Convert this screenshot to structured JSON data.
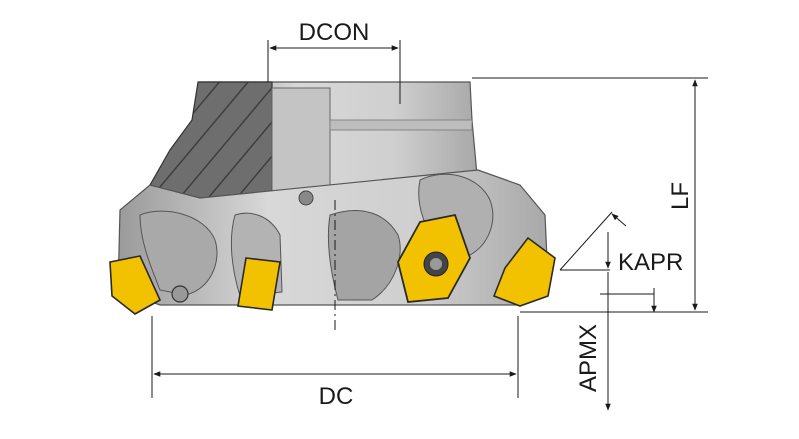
{
  "labels": {
    "dcon": "DCON",
    "lf": "LF",
    "kapr": "KAPR",
    "apmx": "APMX",
    "dc": "DC"
  },
  "colors": {
    "steel_light": "#d6d6d6",
    "steel_mid": "#b9b9b9",
    "steel_dark": "#8f8f8f",
    "hatch_bg": "#6e6e6e",
    "insert_yellow": "#f2c200",
    "insert_outline": "#2a2a2a",
    "dim_line": "#1a1a1a"
  }
}
